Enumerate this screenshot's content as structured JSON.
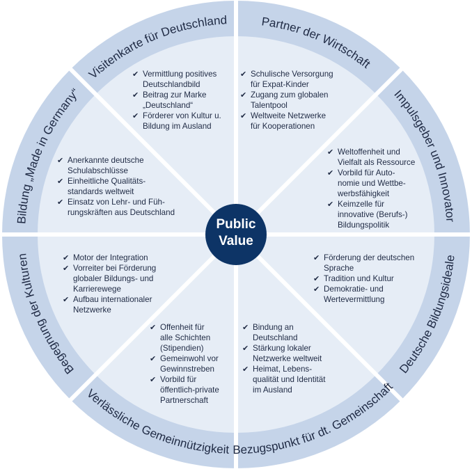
{
  "center": {
    "line1": "Public",
    "line2": "Value"
  },
  "colors": {
    "outer_ring": "#c5d4e9",
    "inner_disc": "#e6edf6",
    "divider": "#ffffff",
    "hub": "#0d3466",
    "text": "#1f2a44"
  },
  "icons": {
    "bullet": "check-icon"
  },
  "segments": [
    {
      "label": "Visitenkarte für Deutschland",
      "items": [
        [
          "Vermittlung positives",
          "Deutschlandbild"
        ],
        [
          "Beitrag zur Marke",
          "„Deutschland“"
        ],
        [
          "Förderer von Kultur u.",
          "Bildung im Ausland"
        ]
      ]
    },
    {
      "label": "Partner der Wirtschaft",
      "items": [
        [
          "Schulische Versorgung",
          "für Expat-Kinder"
        ],
        [
          "Zugang zum globalen",
          "Talentpool"
        ],
        [
          "Weltweite Netzwerke",
          "für Kooperationen"
        ]
      ]
    },
    {
      "label": "Impulsgeber und Innovator",
      "items": [
        [
          "Weltoffenheit und",
          "Vielfalt als Ressource"
        ],
        [
          "Vorbild für Auto-",
          "nomie und Wettbe-",
          "werbsfähigkeit"
        ],
        [
          "Keimzelle für",
          "innovative (Berufs-)",
          "Bildungspolitik"
        ]
      ]
    },
    {
      "label": "Deutsche Bildungsideale",
      "items": [
        [
          "Förderung der deutschen",
          "Sprache"
        ],
        [
          "Tradition und Kultur"
        ],
        [
          "Demokratie- und",
          "Wertevermittlung"
        ]
      ]
    },
    {
      "label": "Bezugspunkt für dt. Gemeinschaft",
      "items": [
        [
          "Bindung an",
          "Deutschland"
        ],
        [
          "Stärkung lokaler",
          "Netzwerke weltweit"
        ],
        [
          "Heimat, Lebens-",
          "qualität und Identität",
          "im Ausland"
        ]
      ]
    },
    {
      "label": "Verlässliche Gemeinnützigkeit",
      "items": [
        [
          "Offenheit für",
          "alle Schichten",
          "(Stipendien)"
        ],
        [
          "Gemeinwohl vor",
          "Gewinnstreben"
        ],
        [
          "Vorbild für",
          "öffentlich-private",
          "Partnerschaft"
        ]
      ]
    },
    {
      "label": "Begegnung der Kulturen",
      "items": [
        [
          "Motor der Integration"
        ],
        [
          "Vorreiter bei Förderung",
          "globaler Bildungs- und",
          "Karrierewege"
        ],
        [
          "Aufbau internationaler",
          "Netzwerke"
        ]
      ]
    },
    {
      "label": "Bildung „Made in Germany“",
      "items": [
        [
          "Anerkannte deutsche",
          "Schulabschlüsse"
        ],
        [
          "Einheitliche Qualitäts-",
          "standards weltweit"
        ],
        [
          "Einsatz von Lehr- und Füh-",
          "rungskräften aus Deutschland"
        ]
      ]
    }
  ]
}
